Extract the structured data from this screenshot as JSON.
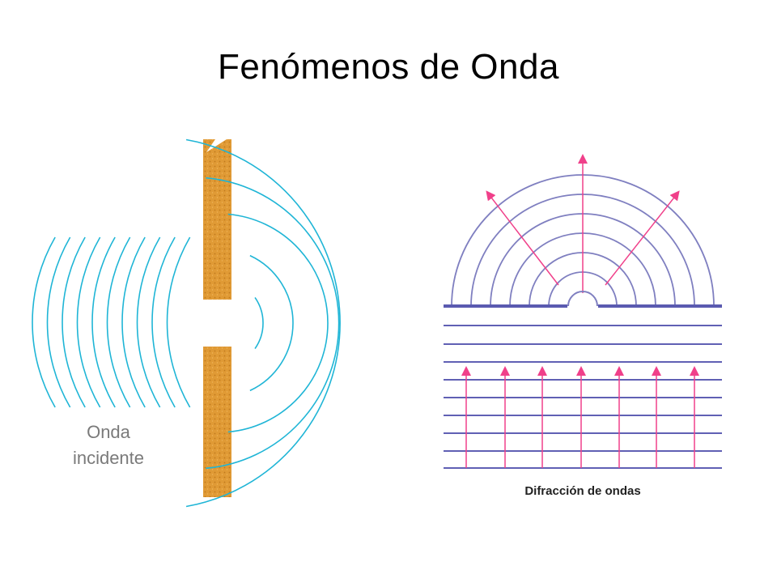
{
  "title": "Fenómenos de Onda",
  "left_figure": {
    "incident_label_line1": "Onda",
    "incident_label_line2": "incidente",
    "wave_color": "#1fb5d6",
    "barrier_color": "#e0a03a"
  },
  "right_figure": {
    "caption": "Difracción de ondas",
    "wavefront_color": "#7f7fc0",
    "arrow_color": "#f0408a",
    "barrier_color": "#5a5ab0"
  }
}
